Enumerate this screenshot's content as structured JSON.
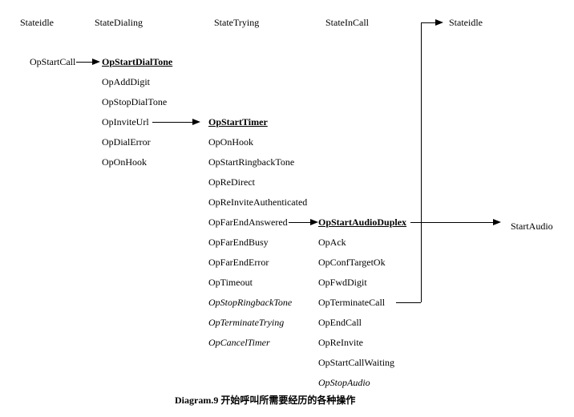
{
  "headers": {
    "state_idle_left": "Stateidle",
    "state_dialing": "StateDialing",
    "state_trying": "StateTrying",
    "state_incall": "StateInCall",
    "state_idle_right": "Stateidle"
  },
  "trigger": "OpStartCall",
  "dialing_items": [
    "OpStartDialTone",
    "OpAddDigit",
    "OpStopDialTone",
    "OpInviteUrl",
    "OpDialError",
    "OpOnHook"
  ],
  "trying_items": [
    "OpStartTimer",
    "OpOnHook",
    "OpStartRingbackTone",
    "OpReDirect",
    "OpReInviteAuthenticated",
    "OpFarEndAnswered",
    "OpFarEndBusy",
    "OpFarEndError",
    "OpTimeout",
    "OpStopRingbackTone",
    "OpTerminateTrying",
    "OpCancelTimer"
  ],
  "incall_items": [
    "OpStartAudioDuplex",
    "OpAck",
    "OpConfTargetOk",
    "OpFwdDigit",
    "OpTerminateCall",
    "OpEndCall",
    "OpReInvite",
    "OpStartCallWaiting",
    "OpStopAudio"
  ],
  "result": "StartAudio",
  "caption": "Diagram.9 开始呼叫所需要经历的各种操作",
  "colors": {
    "ink": "#000000",
    "background": "#ffffff"
  }
}
